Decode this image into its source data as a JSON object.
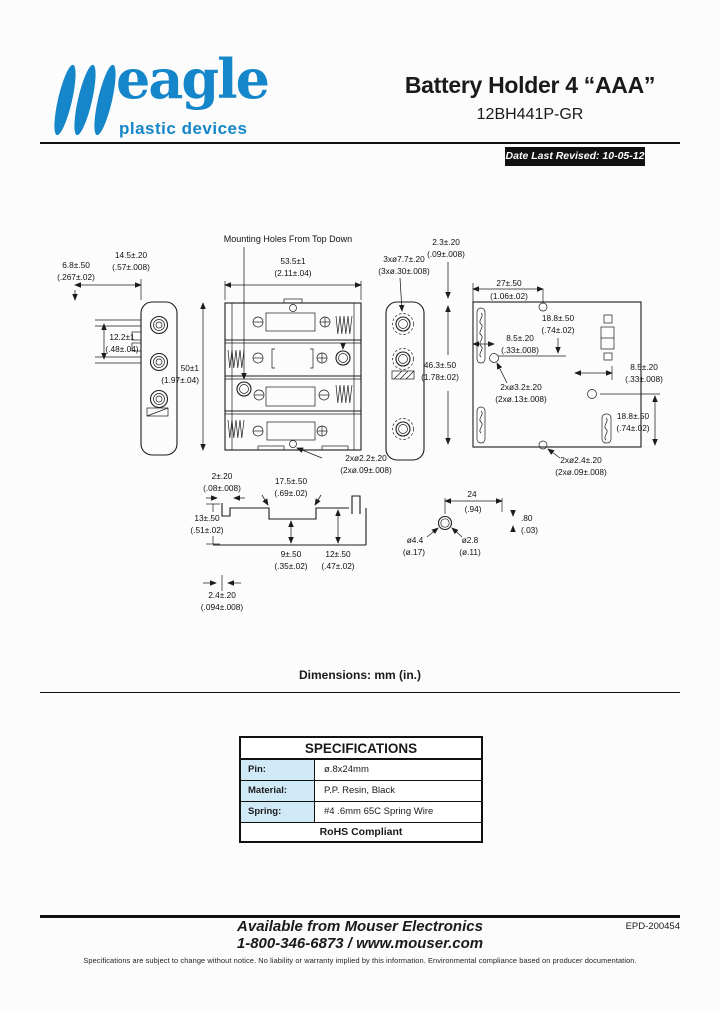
{
  "page": {
    "accent_blue": "#1486c9",
    "table_label_bg": "#cfe9f7"
  },
  "header": {
    "logo_word": "eagle",
    "logo_tagline": "plastic devices",
    "title": "Battery Holder 4 “AAA”",
    "part_number": "12BH441P-GR",
    "revision_badge": "Date Last Revised:  10-05-12"
  },
  "drawing": {
    "mounting_note": "Mounting Holes From Top Down",
    "units_note": "Dimensions: mm (in.)",
    "dims": {
      "d68": {
        "mm": "6.8±.50",
        "in": "(.267±.02)"
      },
      "d145": {
        "mm": "14.5±.20",
        "in": "(.57±.008)"
      },
      "d122": {
        "mm": "12.2±1",
        "in": "(.48±.04)"
      },
      "d535": {
        "mm": "53.5±1",
        "in": "(2.11±.04)"
      },
      "d50": {
        "mm": "50±1",
        "in": "(1.97±.04)"
      },
      "d2x22": {
        "mm": "2xø2.2±.20",
        "in": "(2xø.09±.008)"
      },
      "d3x77": {
        "mm": "3xø7.7±.20",
        "in": "(3xø.30±.008)"
      },
      "d23": {
        "mm": "2.3±.20",
        "in": "(.09±.008)"
      },
      "d463": {
        "mm": "46.3±.50",
        "in": "(1.78±.02)"
      },
      "d27": {
        "mm": "27±.50",
        "in": "(1.06±.02)"
      },
      "d188a": {
        "mm": "18.8±.50",
        "in": "(.74±.02)"
      },
      "d85a": {
        "mm": "8.5±.20",
        "in": "(.33±.008)"
      },
      "d2x32": {
        "mm": "2xø3.2±.20",
        "in": "(2xø.13±.008)"
      },
      "d85b": {
        "mm": "8.5±.20",
        "in": "(.33±.008)"
      },
      "d188b": {
        "mm": "18.8±.50",
        "in": "(.74±.02)"
      },
      "d2x24": {
        "mm": "2xø2.4±.20",
        "in": "(2xø.09±.008)"
      },
      "d2": {
        "mm": "2±.20",
        "in": "(.08±.008)"
      },
      "d175": {
        "mm": "17.5±.50",
        "in": "(.69±.02)"
      },
      "d13": {
        "mm": "13±.50",
        "in": "(.51±.02)"
      },
      "d9": {
        "mm": "9±.50",
        "in": "(.35±.02)"
      },
      "d12": {
        "mm": "12±.50",
        "in": "(.47±.02)"
      },
      "d24s": {
        "mm": "2.4±.20",
        "in": "(.094±.008)"
      },
      "d24": {
        "mm": "24",
        "in": "(.94)"
      },
      "d44": {
        "mm": "ø4.4",
        "in": "(ø.17)"
      },
      "d28": {
        "mm": "ø2.8",
        "in": "(ø.11)"
      },
      "d80": {
        "mm": ".80",
        "in": "(.03)"
      }
    }
  },
  "specs": {
    "title": "SPECIFICATIONS",
    "rows": [
      {
        "label": "Pin:",
        "value": "ø.8x24mm"
      },
      {
        "label": "Material:",
        "value": "P.P. Resin, Black"
      },
      {
        "label": "Spring:",
        "value": "#4 .6mm 65C Spring Wire"
      }
    ],
    "compliance": "RoHS Compliant"
  },
  "footer": {
    "distributor_line1": "Available from Mouser Electronics",
    "distributor_line2": "1-800-346-6873 / www.mouser.com",
    "doc_number": "EPD-200454",
    "fine_print": "Specifications are subject to change without notice.   No liability or warranty implied by this information.   Environmental compliance based on producer documentation."
  }
}
